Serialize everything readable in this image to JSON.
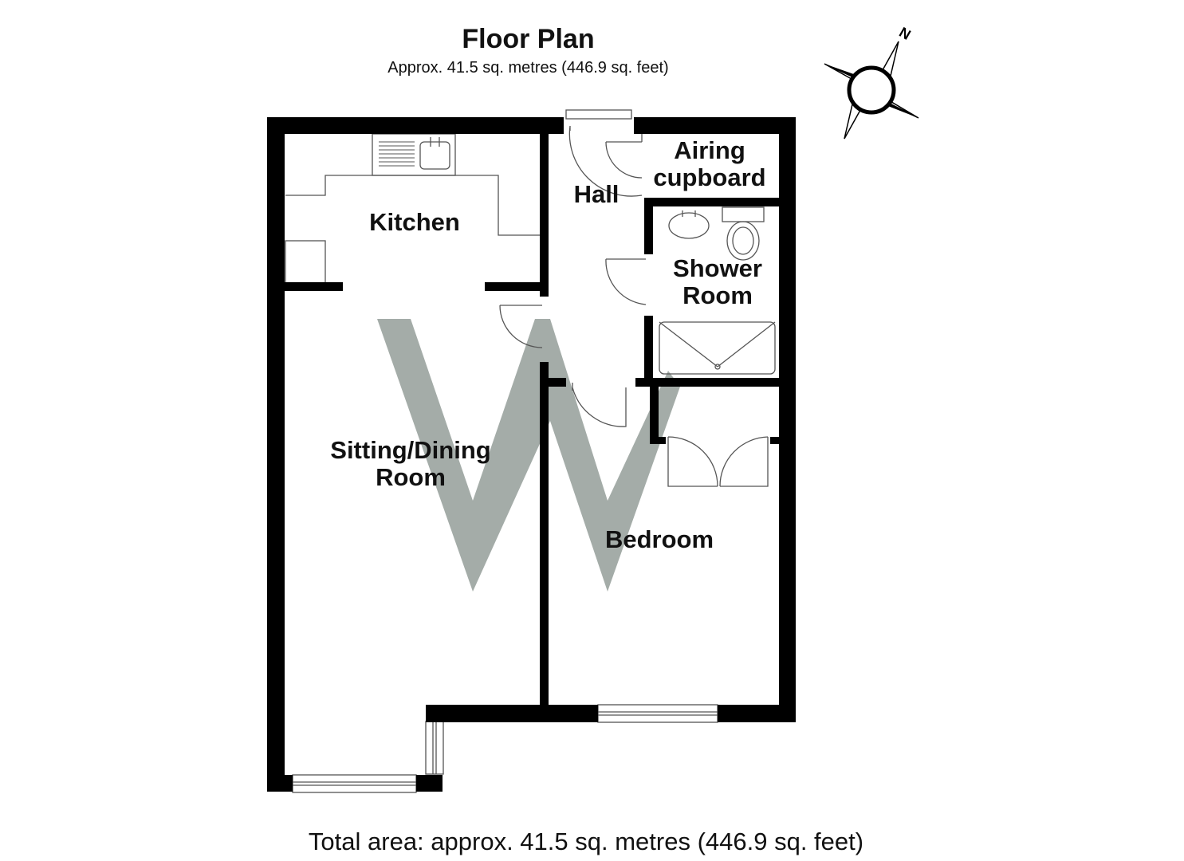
{
  "header": {
    "title": "Floor Plan",
    "subtitle": "Approx. 41.5 sq. metres (446.9 sq. feet)"
  },
  "rooms": {
    "kitchen": "Kitchen",
    "hall": "Hall",
    "airing_line1": "Airing",
    "airing_line2": "cupboard",
    "shower_line1": "Shower",
    "shower_line2": "Room",
    "sitting_line1": "Sitting/Dining",
    "sitting_line2": "Room",
    "bedroom": "Bedroom"
  },
  "compass": {
    "north_label": "N"
  },
  "footer": {
    "total_area": "Total area: approx. 41.5 sq. metres (446.9 sq. feet)"
  },
  "colors": {
    "wall": "#000000",
    "watermark": "#a4aca8",
    "fixture": "#555555"
  }
}
